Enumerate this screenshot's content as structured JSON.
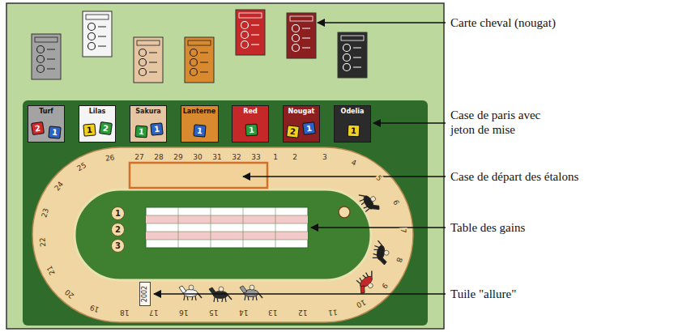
{
  "diagram": {
    "nodes": [
      {
        "text": [
          "Turf"
        ]
      },
      {
        "text": [
          "2"
        ],
        "in": 0
      },
      {
        "text": [
          "1"
        ],
        "in": 0
      },
      {
        "text": [
          "Lilas"
        ]
      },
      {
        "text": [
          "1"
        ],
        "in": 3
      },
      {
        "text": [
          "2"
        ],
        "in": 3
      },
      {
        "text": [
          "Sakura"
        ]
      },
      {
        "text": [
          "1"
        ],
        "in": 6
      },
      {
        "text": [
          "1"
        ],
        "in": 6
      },
      {
        "text": [
          "Lanterne"
        ]
      },
      {
        "text": [
          "1"
        ],
        "in": 9
      },
      {
        "text": [
          "Red"
        ]
      },
      {
        "text": [
          "1"
        ],
        "in": 11
      },
      {
        "text": [
          "Nougat"
        ]
      },
      {
        "text": [
          "2"
        ],
        "in": 13
      },
      {
        "text": [
          "1"
        ],
        "in": 13
      },
      {
        "text": [
          "Odelia"
        ]
      },
      {
        "text": [
          "1"
        ],
        "in": 16
      },
      {
        "text": [
          "1"
        ]
      },
      {
        "text": [
          "2"
        ]
      },
      {
        "text": [
          "3"
        ]
      },
      {
        "text": [
          "2002"
        ]
      }
    ],
    "labels": [
      "Carte cheval (nougat)",
      "Case de paris avec jeton de mise",
      "Case de départ des étalons",
      "Table des gains",
      "Tuile \"allure\"",
      "1",
      "2",
      "3",
      "4",
      "5",
      "6",
      "7",
      "8",
      "9",
      "10",
      "11",
      "12",
      "13",
      "14",
      "15",
      "16",
      "17",
      "18",
      "19",
      "20",
      "21",
      "22",
      "23",
      "24",
      "25",
      "26",
      "27",
      "28",
      "29",
      "30",
      "31",
      "32",
      "33"
    ]
  }
}
